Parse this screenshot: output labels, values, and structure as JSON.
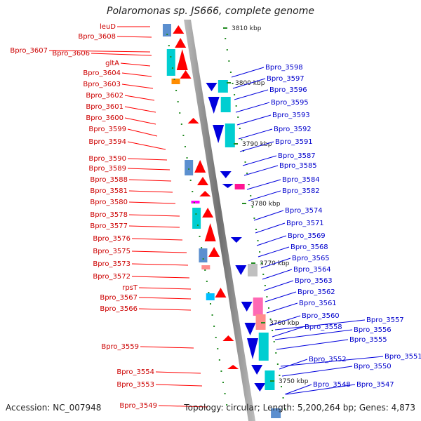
{
  "title": "Polaromonas sp. JS666, complete genome",
  "accession": "Accession: NC_007948",
  "summary": "Topology: circular; Length: 5,200,264 bp; Genes: 4,873",
  "scale_ticks": [
    "3810 kbp",
    "3800 kbp",
    "3790 kbp",
    "3780 kbp",
    "3770 kbp",
    "3760 kbp",
    "3750 kbp"
  ],
  "left_labels": [
    "leuD",
    "Bpro_3608",
    "Bpro_3607",
    "Bpro_3606",
    "gltA",
    "Bpro_3604",
    "Bpro_3603",
    "Bpro_3602",
    "Bpro_3601",
    "Bpro_3600",
    "Bpro_3599",
    "Bpro_3594",
    "Bpro_3590",
    "Bpro_3589",
    "Bpro_3588",
    "Bpro_3581",
    "Bpro_3580",
    "Bpro_3578",
    "Bpro_3577",
    "Bpro_3576",
    "Bpro_3575",
    "Bpro_3573",
    "Bpro_3572",
    "rpsT",
    "Bpro_3567",
    "Bpro_3566",
    "Bpro_3559",
    "Bpro_3554",
    "Bpro_3553",
    "Bpro_3549"
  ],
  "right_labels": [
    "Bpro_3598",
    "Bpro_3597",
    "Bpro_3596",
    "Bpro_3595",
    "Bpro_3593",
    "Bpro_3592",
    "Bpro_3591",
    "Bpro_3587",
    "Bpro_3585",
    "Bpro_3584",
    "Bpro_3582",
    "Bpro_3574",
    "Bpro_3571",
    "Bpro_3569",
    "Bpro_3568",
    "Bpro_3565",
    "Bpro_3564",
    "Bpro_3563",
    "Bpro_3562",
    "Bpro_3561",
    "Bpro_3560",
    "Bpro_3558",
    "Bpro_3557",
    "Bpro_3556",
    "Bpro_3555",
    "Bpro_3552",
    "Bpro_3551",
    "Bpro_3550",
    "Bpro_3548",
    "Bpro_3547"
  ],
  "colors": {
    "forward": "#ff0000",
    "reverse": "#0000dd",
    "backbone": "#888888",
    "left_label": "#cc0000",
    "right_label": "#0000cc",
    "tick": "#228b22"
  }
}
